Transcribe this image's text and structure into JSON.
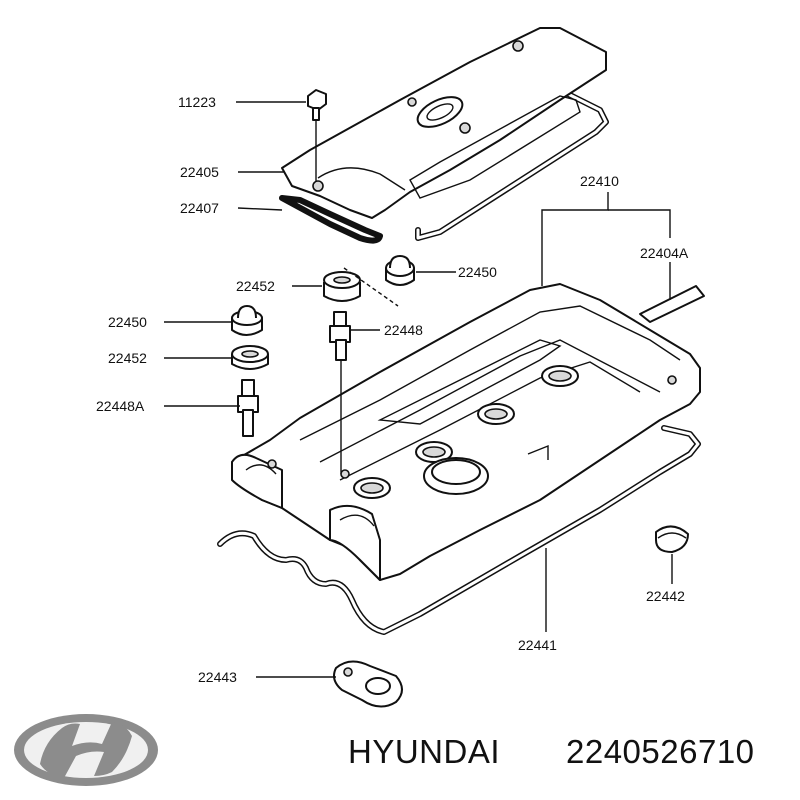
{
  "parts": [
    {
      "number": "11223"
    },
    {
      "number": "22405"
    },
    {
      "number": "22407"
    },
    {
      "number": "22410"
    },
    {
      "number": "22404A"
    },
    {
      "number": "22452"
    },
    {
      "number": "22450"
    },
    {
      "number": "22448"
    },
    {
      "number": "22450"
    },
    {
      "number": "22452"
    },
    {
      "number": "22448A"
    },
    {
      "number": "22442"
    },
    {
      "number": "22441"
    },
    {
      "number": "22443"
    }
  ],
  "caption": {
    "brand": "HYUNDAI",
    "part_number": "2240526710"
  },
  "colors": {
    "line": "#111111",
    "background": "#ffffff",
    "logo": "#8c8c8c"
  },
  "icons": {
    "brand_logo": "hyundai-logo-icon"
  }
}
